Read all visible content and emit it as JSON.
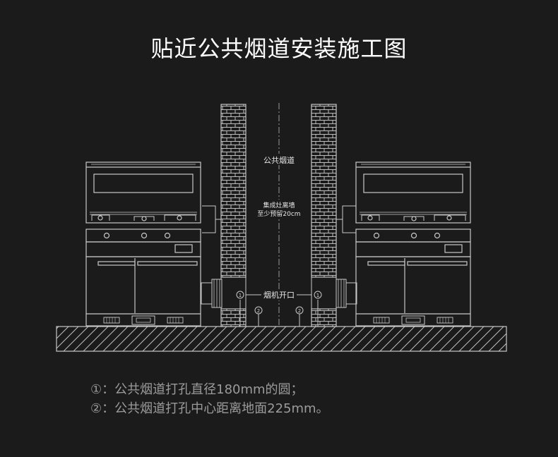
{
  "title": "贴近公共烟道安装施工图",
  "labels": {
    "flue": "公共烟道",
    "clearance_line1": "集成灶离墙",
    "clearance_line2": "至少预留20cm",
    "opening": "烟机开口",
    "marker_1": "1",
    "marker_2": "2"
  },
  "notes": [
    "①：公共烟道打孔直径180mm的圆；",
    "②：公共烟道打孔中心距离地面225mm。"
  ],
  "colors": {
    "background": "#1b1b1b",
    "line": "#c8c8c8",
    "title": "#ffffff",
    "note": "#9b9b9b"
  }
}
